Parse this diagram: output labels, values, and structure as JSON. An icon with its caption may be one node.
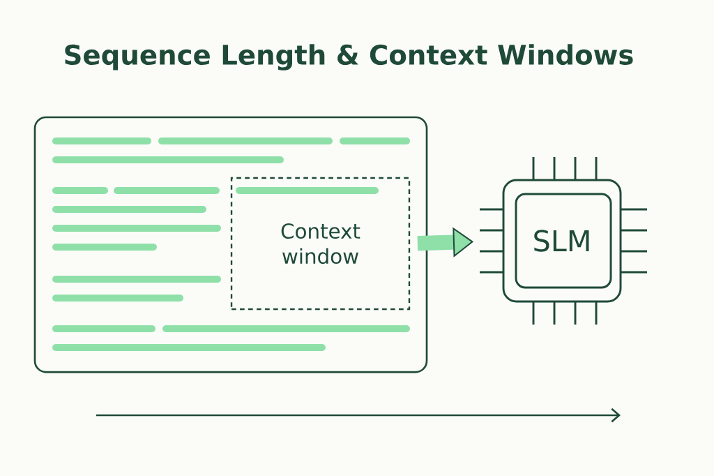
{
  "diagram": {
    "title": "Sequence Length & Context Windows",
    "nodes": [
      {
        "text": [],
        "shape": "box"
      },
      {
        "text": [
          "Context window"
        ],
        "in": 0
      },
      {
        "text": [
          "SLM"
        ]
      }
    ],
    "edges": [
      {
        "from": 1,
        "to": 2,
        "arrow": "to",
        "color": "#8fe0a8"
      }
    ]
  }
}
